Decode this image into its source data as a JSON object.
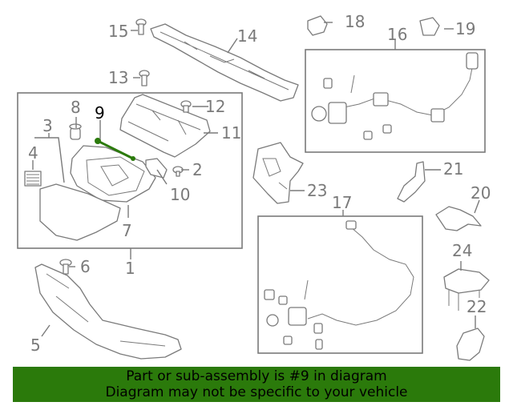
{
  "callouts": {
    "c1": "1",
    "c2": "2",
    "c3": "3",
    "c4": "4",
    "c5": "5",
    "c6": "6",
    "c7": "7",
    "c8": "8",
    "c9": "9",
    "c10": "10",
    "c11": "11",
    "c12": "12",
    "c13": "13",
    "c14": "14",
    "c15": "15",
    "c16": "16",
    "c17": "17",
    "c18": "18",
    "c19": "19",
    "c20": "20",
    "c21": "21",
    "c22": "22",
    "c23": "23",
    "c24": "24"
  },
  "highlighted_callout": "9",
  "colors": {
    "highlight_part": "#2b7a0b",
    "banner_background": "#2b7a0b",
    "line_art": "#7a7a7a"
  },
  "banner": {
    "line1": "Part or sub-assembly is #9 in diagram",
    "line2": "Diagram may not be specific to your vehicle"
  }
}
